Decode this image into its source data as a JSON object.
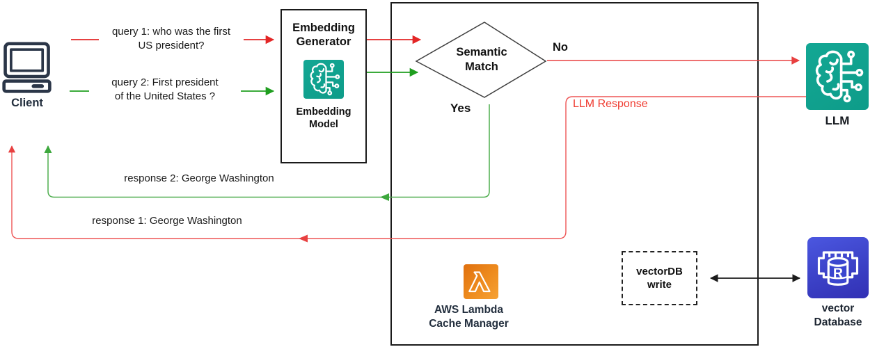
{
  "diagram": {
    "client": {
      "label": "Client"
    },
    "queries": {
      "q1_line1": "query 1: who was the first",
      "q1_line2": "US president?",
      "q2_line1": "query 2: First president",
      "q2_line2": "of the United States ?"
    },
    "embedding_generator": {
      "title_line1": "Embedding",
      "title_line2": "Generator",
      "model_line1": "Embedding",
      "model_line2": "Model"
    },
    "decision": {
      "label_line1": "Semantic",
      "label_line2": "Match",
      "yes_label": "Yes",
      "no_label": "No"
    },
    "llm": {
      "label": "LLM",
      "response_label": "LLM Response"
    },
    "responses": {
      "response2": "response 2: George Washington",
      "response1": "response 1: George Washington"
    },
    "lambda": {
      "label_line1": "AWS Lambda",
      "label_line2": "Cache Manager"
    },
    "vectordb_write": {
      "label_line1": "vectorDB",
      "label_line2": "write"
    },
    "vector_database": {
      "label_line1": "vector",
      "label_line2": "Database",
      "icon_letter": "R"
    },
    "colors": {
      "arrow_red": "#e32626",
      "flow_red": "#ee5555",
      "arrow_green": "#1f9e1f",
      "flow_green": "#4fae4f",
      "icon_teal": "#0fa08e",
      "lambda_orange": "#ee8c1f",
      "db_blue": "#3a3fc4",
      "label_navy": "#232f3e"
    }
  }
}
